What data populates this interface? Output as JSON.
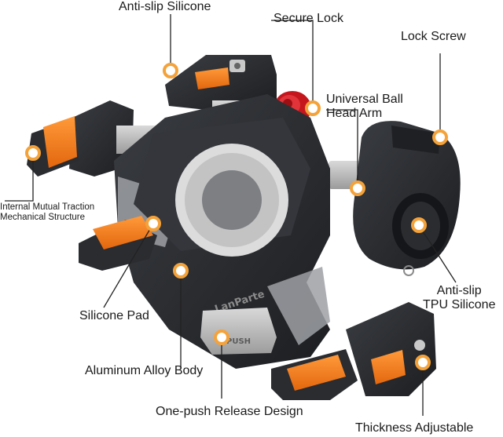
{
  "callouts": {
    "anti_slip_silicone": "Anti-slip Silicone",
    "secure_lock": "Secure Lock",
    "lock_screw": "Lock Screw",
    "universal_ball_head_arm_line1": "Universal Ball",
    "universal_ball_head_arm_line2": "Head Arm",
    "internal_traction_line1": "Internal Mutual Traction",
    "internal_traction_line2": "Mechanical Structure",
    "anti_slip_tpu_line1": "Anti-slip",
    "anti_slip_tpu_line2": "TPU Silicone",
    "silicone_pad": "Silicone Pad",
    "aluminum_alloy_body": "Aluminum Alloy Body",
    "one_push_release": "One-push Release Design",
    "thickness_adjustable": "Thickness Adjustable"
  },
  "product": {
    "brand_mark": "LanParte",
    "push_label": "PUSH"
  },
  "colors": {
    "accent_orange": "#f07a1a",
    "body_dark": "#2b2d31",
    "marker_ring": "#f4a23a",
    "knob_red": "#c4161c",
    "line": "#222222"
  }
}
